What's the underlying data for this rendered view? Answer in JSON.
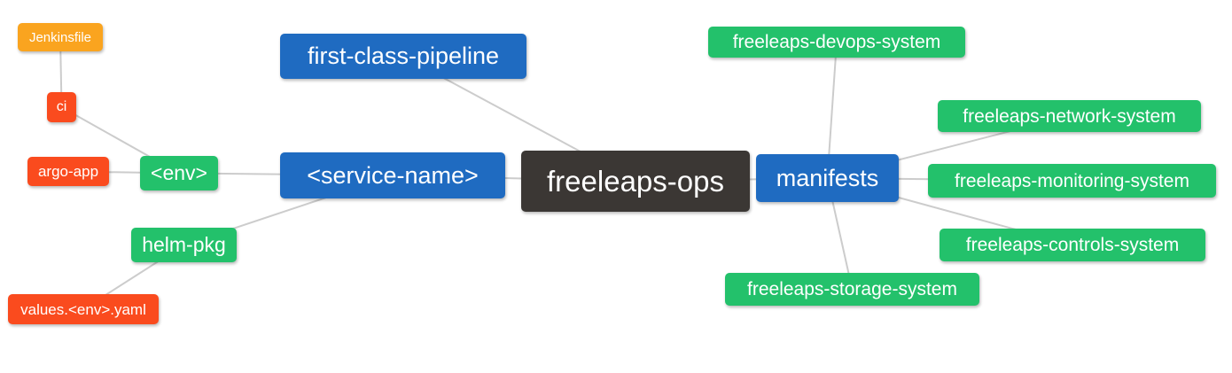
{
  "palette": {
    "orange": "#FAA41F",
    "red": "#FA4B1E",
    "green": "#23C16B",
    "blue": "#1F6BC1",
    "dark": "#3B3734",
    "edge_line": "#CCCCCC",
    "background": "#FFFFFF",
    "text": "#FFFFFF"
  },
  "mindmap": {
    "root_label": "freeleaps-ops",
    "nodes": [
      {
        "id": "jenkinsfile",
        "label": "Jenkinsfile",
        "color_key": "orange"
      },
      {
        "id": "ci",
        "label": "ci",
        "color_key": "red"
      },
      {
        "id": "argo-app",
        "label": "argo-app",
        "color_key": "red"
      },
      {
        "id": "env",
        "label": "<env>",
        "color_key": "green"
      },
      {
        "id": "helm-pkg",
        "label": "helm-pkg",
        "color_key": "green"
      },
      {
        "id": "values-env-yaml",
        "label": "values.<env>.yaml",
        "color_key": "red"
      },
      {
        "id": "first-class-pipeline",
        "label": "first-class-pipeline",
        "color_key": "blue"
      },
      {
        "id": "service-name",
        "label": "<service-name>",
        "color_key": "blue"
      },
      {
        "id": "freeleaps-ops",
        "label": "freeleaps-ops",
        "color_key": "dark"
      },
      {
        "id": "manifests",
        "label": "manifests",
        "color_key": "blue"
      },
      {
        "id": "freeleaps-devops-system",
        "label": "freeleaps-devops-system",
        "color_key": "green"
      },
      {
        "id": "freeleaps-network-system",
        "label": "freeleaps-network-system",
        "color_key": "green"
      },
      {
        "id": "freeleaps-monitoring-system",
        "label": "freeleaps-monitoring-system",
        "color_key": "green"
      },
      {
        "id": "freeleaps-controls-system",
        "label": "freeleaps-controls-system",
        "color_key": "green"
      },
      {
        "id": "freeleaps-storage-system",
        "label": "freeleaps-storage-system",
        "color_key": "green"
      }
    ],
    "edges": [
      {
        "from": "jenkinsfile",
        "to": "ci"
      },
      {
        "from": "ci",
        "to": "env"
      },
      {
        "from": "argo-app",
        "to": "env"
      },
      {
        "from": "env",
        "to": "service-name"
      },
      {
        "from": "helm-pkg",
        "to": "service-name"
      },
      {
        "from": "values-env-yaml",
        "to": "helm-pkg"
      },
      {
        "from": "first-class-pipeline",
        "to": "freeleaps-ops"
      },
      {
        "from": "service-name",
        "to": "freeleaps-ops"
      },
      {
        "from": "freeleaps-ops",
        "to": "manifests"
      },
      {
        "from": "manifests",
        "to": "freeleaps-devops-system"
      },
      {
        "from": "manifests",
        "to": "freeleaps-network-system"
      },
      {
        "from": "manifests",
        "to": "freeleaps-monitoring-system"
      },
      {
        "from": "manifests",
        "to": "freeleaps-controls-system"
      },
      {
        "from": "manifests",
        "to": "freeleaps-storage-system"
      }
    ]
  }
}
